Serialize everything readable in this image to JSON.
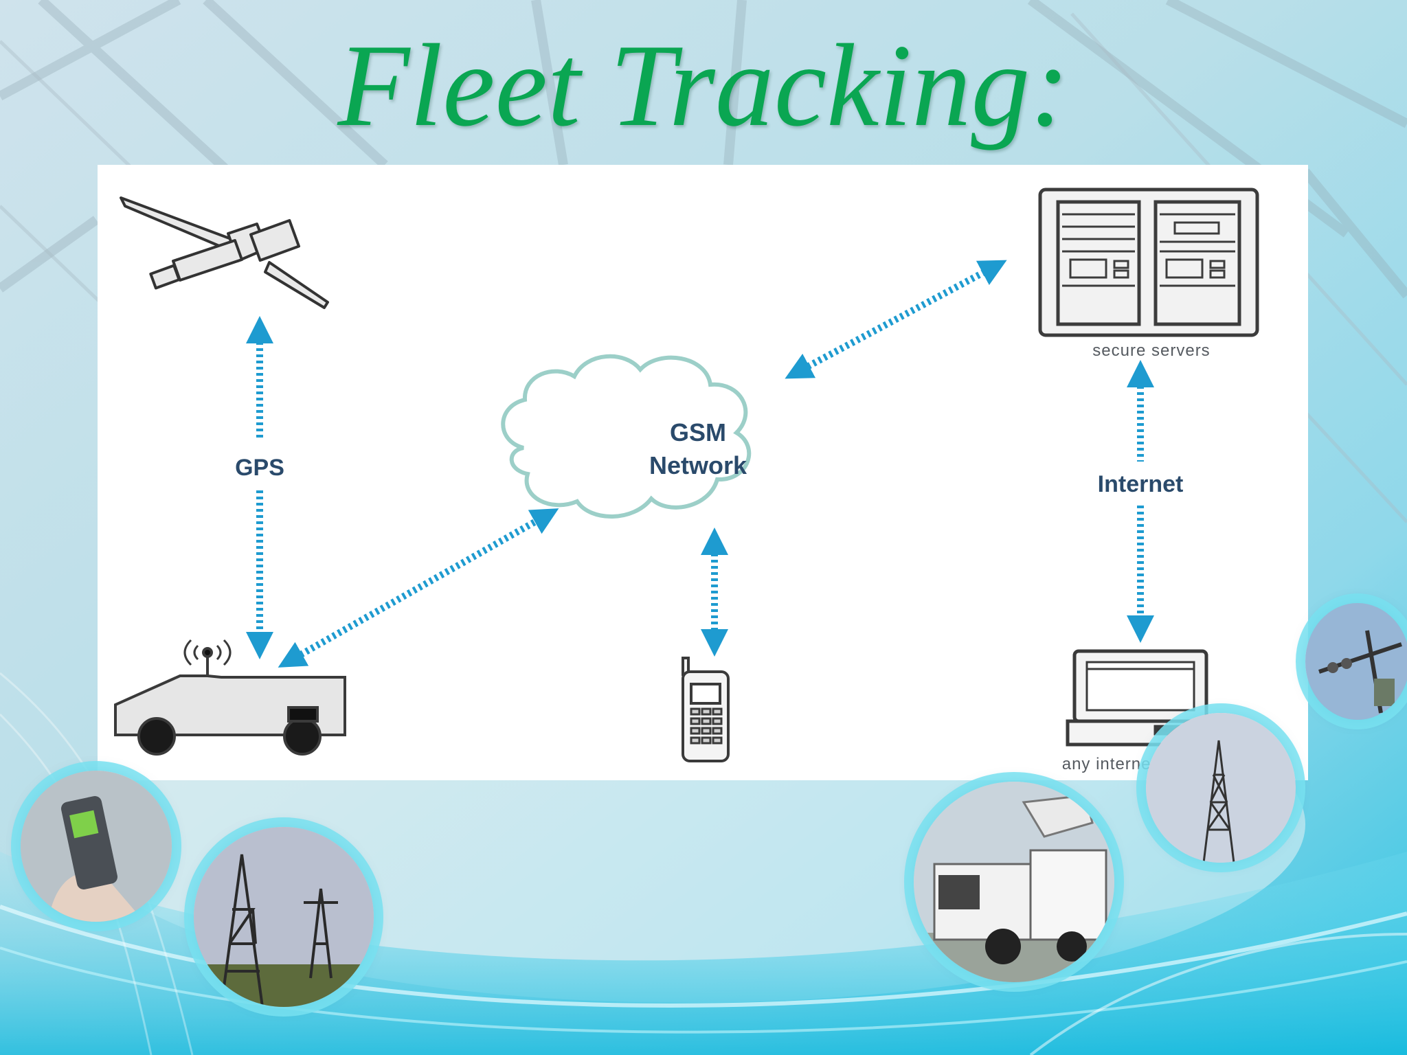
{
  "slide": {
    "title": "Fleet Tracking:"
  },
  "diagram": {
    "nodes": {
      "satellite": {
        "icon": "satellite-icon"
      },
      "servers": {
        "icon": "server-rack-icon",
        "caption": "secure servers"
      },
      "cloud": {
        "icon": "cloud-icon",
        "label_line1": "GSM",
        "label_line2": "Network"
      },
      "vehicle": {
        "icon": "van-with-antenna-icon"
      },
      "phone": {
        "icon": "mobile-phone-icon"
      },
      "pc": {
        "icon": "desktop-pc-icon",
        "caption": "any internet enabled PC"
      }
    },
    "links": {
      "gps": "GPS",
      "internet": "Internet"
    },
    "colors": {
      "title": "#0aa652",
      "arrow": "#1e9bd0",
      "label": "#2a4a6b",
      "cloud_stroke": "#9ccfc8"
    }
  },
  "photos": [
    {
      "name": "photo-cell-phone-in-hand"
    },
    {
      "name": "photo-power-towers"
    },
    {
      "name": "photo-utility-truck"
    },
    {
      "name": "photo-lattice-tower"
    },
    {
      "name": "photo-line-insulators"
    }
  ]
}
